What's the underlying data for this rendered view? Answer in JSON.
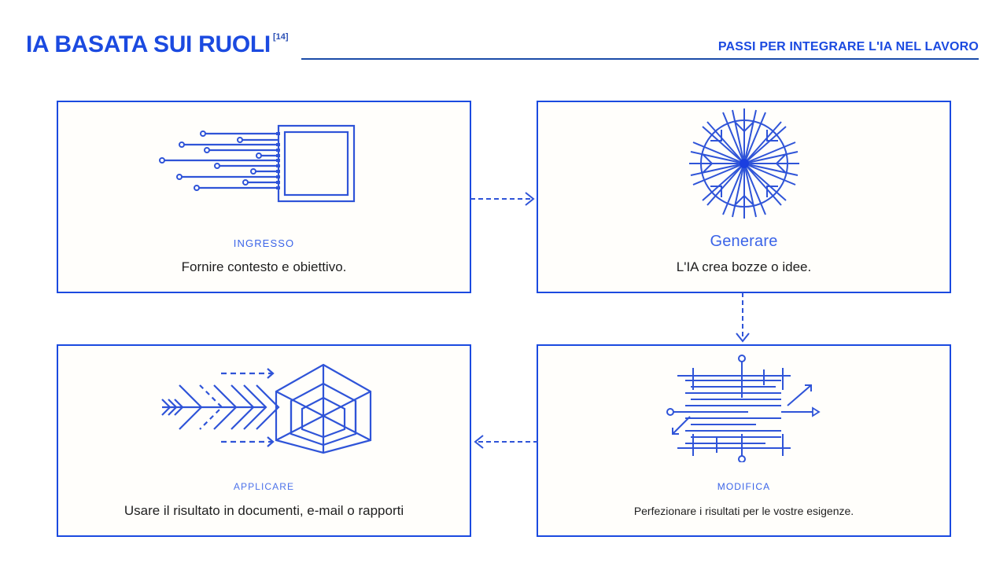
{
  "header": {
    "title": "IA BASATA SUI RUOLI",
    "title_superscript": "[14]",
    "right_title": "PASSI PER INTEGRARE L'IA NEL LAVORO",
    "accent_color": "#1b4ae0",
    "rule_color": "#1a4ba8"
  },
  "cards": [
    {
      "id": "input",
      "label": "INGRESSO",
      "description": "Fornire contesto e obiettivo.",
      "icon": "input-lines-into-square-icon",
      "label_color": "#3b64e8"
    },
    {
      "id": "generate",
      "label": "Generare",
      "description": "L'IA crea bozze o idee.",
      "icon": "radial-burst-icon",
      "label_color": "#2a55e8"
    },
    {
      "id": "edit",
      "label": "MODIFICA",
      "description": "Perfezionare i risultati per le vostre esigenze.",
      "icon": "horizontal-lines-sliders-icon",
      "label_color": "#3b64e8"
    },
    {
      "id": "apply",
      "label": "APPLICARE",
      "description": "Usare il risultato in documenti, e-mail o rapporti",
      "icon": "arrow-and-hexagon-cube-icon",
      "label_color": "#4d72ea"
    }
  ],
  "connectors": [
    {
      "id": "input-to-generate",
      "direction": "right",
      "style": "dashed"
    },
    {
      "id": "generate-to-edit",
      "direction": "down",
      "style": "dashed"
    },
    {
      "id": "edit-to-apply",
      "direction": "left",
      "style": "dashed"
    }
  ],
  "colors": {
    "accent_blue": "#1b4ae0",
    "icon_blue": "#2f54d8",
    "card_background": "#fffefb",
    "page_background": "#ffffff",
    "body_text": "#1f1f1f"
  }
}
